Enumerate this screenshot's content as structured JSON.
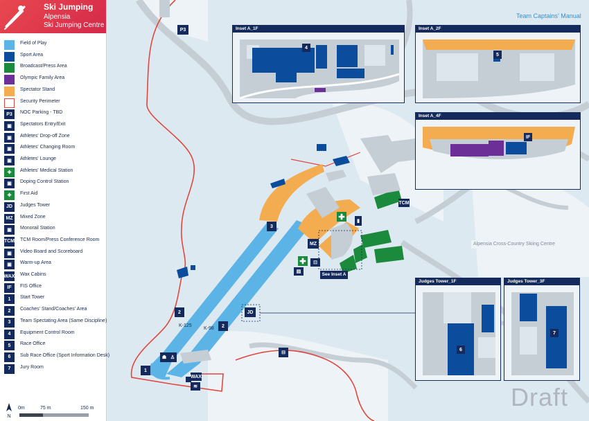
{
  "header": {
    "title": "Ski Jumping",
    "venue_line1": "Alpensia",
    "venue_line2": "Ski Jumping Centre",
    "doc_label": "Team Captains' Manual",
    "watermark": "Draft"
  },
  "legend": {
    "items": [
      {
        "label": "Field of Play",
        "swatch": "#5cb4e6",
        "kind": "swatch"
      },
      {
        "label": "Sport Area",
        "swatch": "#0b4d9c",
        "kind": "swatch"
      },
      {
        "label": "Broadcast/Press Area",
        "swatch": "#1b8a3d",
        "kind": "swatch"
      },
      {
        "label": "Olympic Family Area",
        "swatch": "#6b2f97",
        "kind": "swatch"
      },
      {
        "label": "Spectator Stand",
        "swatch": "#f3ac4f",
        "kind": "swatch"
      },
      {
        "label": "Security Perimeter",
        "swatch": "#e0473f",
        "kind": "outline"
      },
      {
        "label": "NOC Parking - TBD",
        "code": "P3",
        "kind": "code"
      },
      {
        "label": "Spectators Entry/Exit",
        "icon": "entry-exit-icon",
        "kind": "icon"
      },
      {
        "label": "Athletes' Drop-off Zone",
        "icon": "drop-off-icon",
        "kind": "icon"
      },
      {
        "label": "Athletes' Changing Room",
        "icon": "changing-room-icon",
        "kind": "icon"
      },
      {
        "label": "Athletes' Lounge",
        "icon": "lounge-icon",
        "kind": "icon"
      },
      {
        "label": "Athletes' Medical Station",
        "icon": "medical-cross-icon",
        "kind": "icon",
        "color": "#1b8a3d"
      },
      {
        "label": "Doping Control Station",
        "icon": "doping-control-icon",
        "kind": "icon"
      },
      {
        "label": "First Aid",
        "icon": "first-aid-icon",
        "kind": "icon",
        "color": "#1b8a3d"
      },
      {
        "label": "Judges Tower",
        "code": "JD",
        "kind": "code"
      },
      {
        "label": "Mixed Zone",
        "code": "MZ",
        "kind": "code"
      },
      {
        "label": "Monorail Station",
        "icon": "monorail-icon",
        "kind": "icon"
      },
      {
        "label": "TCM Room/Press Conference Room",
        "code": "TCM",
        "kind": "code"
      },
      {
        "label": "Video Board and Scoreboard",
        "icon": "video-board-icon",
        "kind": "icon"
      },
      {
        "label": "Warm-up Area",
        "icon": "warm-up-icon",
        "kind": "icon"
      },
      {
        "label": "Wax Cabins",
        "code": "WAX",
        "kind": "code"
      },
      {
        "label": "FIS Office",
        "code": "IF",
        "kind": "code"
      },
      {
        "label": "Start Tower",
        "code": "1",
        "kind": "code"
      },
      {
        "label": "Coaches' Stand/Coaches' Area",
        "code": "2",
        "kind": "code"
      },
      {
        "label": "Team Spectating Area (Same Discipline)",
        "code": "3",
        "kind": "code"
      },
      {
        "label": "Equipment Control Room",
        "code": "4",
        "kind": "code"
      },
      {
        "label": "Race Office",
        "code": "5",
        "kind": "code"
      },
      {
        "label": "Sub Race Office (Sport Information Desk)",
        "code": "6",
        "kind": "code"
      },
      {
        "label": "Jury Room",
        "code": "7",
        "kind": "code"
      }
    ]
  },
  "scale": {
    "labels": [
      "0m",
      "75 m",
      "150 m"
    ],
    "north": "N"
  },
  "map": {
    "hill_labels": [
      "K-125",
      "K-98"
    ],
    "markers": [
      "P3",
      "3",
      "MZ",
      "JD",
      "2",
      "2",
      "1",
      "WAX",
      "TCM"
    ],
    "see_inset": "See Inset A",
    "place_label": "Alpensia Cross-Country Skiing Centre"
  },
  "insets": [
    {
      "title": "Inset A_1F",
      "markers": [
        "4"
      ]
    },
    {
      "title": "Inset A_2F",
      "markers": [
        "5"
      ]
    },
    {
      "title": "Inset A_4F",
      "markers": [
        "IF"
      ]
    },
    {
      "title": "Judges Tower_1F",
      "markers": [
        "6"
      ]
    },
    {
      "title": "Judges Tower_3F",
      "markers": [
        "7"
      ]
    }
  ],
  "colors": {
    "brand": "#e0414f",
    "navy": "#142a5c",
    "fop": "#5cb4e6",
    "sport": "#0b4d9c",
    "broadcast": "#1b8a3d",
    "family": "#6b2f97",
    "spectator": "#f3ac4f",
    "perimeter": "#e0473f"
  }
}
